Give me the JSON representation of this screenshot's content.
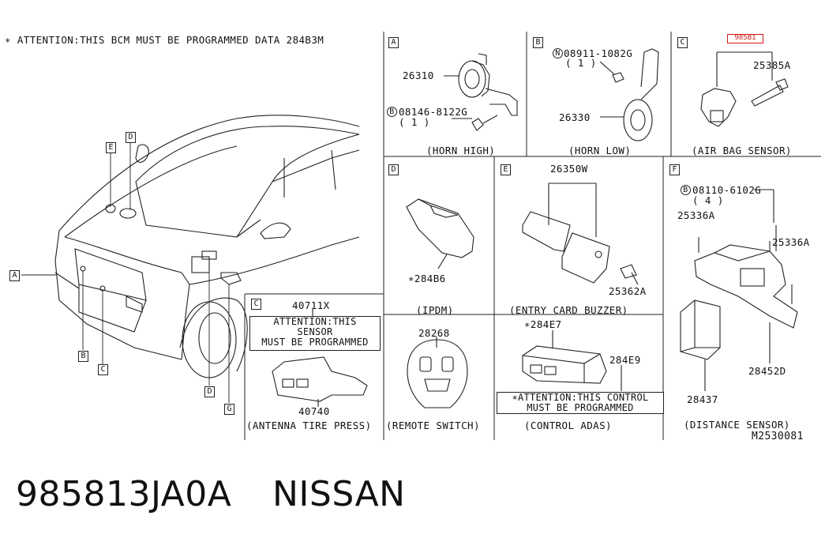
{
  "attention_header": "∗ ATTENTION:THIS BCM MUST BE PROGRAMMED DATA  284B3M",
  "callouts": {
    "a": "A",
    "b": "B",
    "c": "C",
    "d": "D",
    "e": "E",
    "f": "F",
    "g": "G"
  },
  "panel_a": {
    "part_horn": "26310",
    "bolt": "08146-8122G",
    "bolt_qty": "( 1 )",
    "caption": "(HORN HIGH)"
  },
  "panel_b": {
    "nut": "08911-1082G",
    "nut_qty": "( 1 )",
    "part_horn": "26330",
    "caption": "(HORN LOW)"
  },
  "panel_c": {
    "highlight": "985B1",
    "bolt": "25385A",
    "caption": "(AIR BAG SENSOR)"
  },
  "panel_d": {
    "part": "∗284B6",
    "caption": "(IPDM)"
  },
  "panel_e": {
    "part_buzzer": "26350W",
    "part_bolt": "25362A",
    "caption": "(ENTRY CARD BUZZER)"
  },
  "panel_f": {
    "bolt": "08110-6102G",
    "bolt_qty": "( 4 )",
    "bracket_left": "25336A",
    "bracket_right": "25336A",
    "part_sensor": "28452D",
    "part_unit": "28437",
    "caption": "(DISTANCE SENSOR)"
  },
  "panel_g": {
    "part_top": "40711X",
    "attention_lines": [
      "ATTENTION:THIS",
      "SENSOR",
      "MUST BE PROGRAMMED"
    ],
    "part_bottom": "40740",
    "caption": "(ANTENNA TIRE PRESS)"
  },
  "panel_remote": {
    "part": "28268",
    "caption": "(REMOTE SWITCH)"
  },
  "panel_adas": {
    "part_unit": "∗284E7",
    "part_bracket": "284E9",
    "attention_lines": [
      "∗ATTENTION:THIS CONTROL",
      "MUST BE PROGRAMMED"
    ],
    "caption": "(CONTROL ADAS)"
  },
  "diagram_code": "M2530081",
  "footer": {
    "part_number": "985813JA0A",
    "brand": "NISSAN"
  }
}
